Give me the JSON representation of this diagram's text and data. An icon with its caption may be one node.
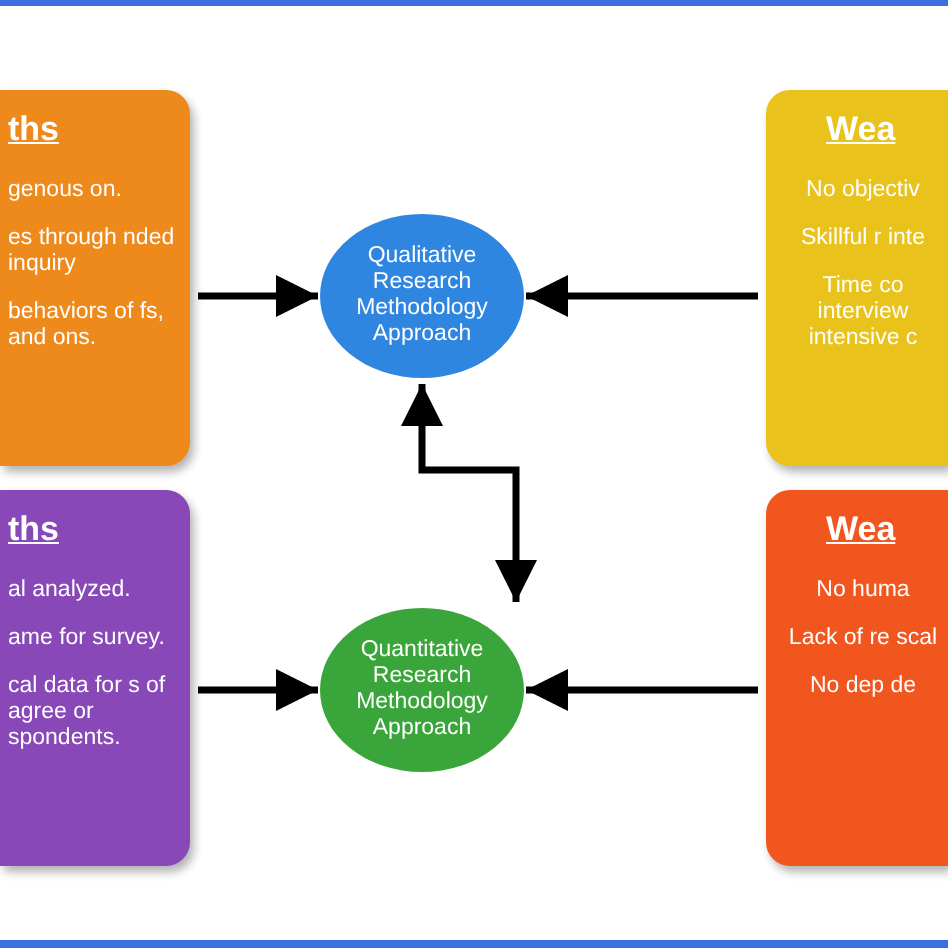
{
  "diagram": {
    "nodes": [
      {
        "text": [
          "ths",
          "genous on.",
          "es through nded inquiry",
          "behaviors of fs, and ons."
        ]
      },
      {
        "text": [
          "Qualitative Research Methodology Approach"
        ]
      },
      {
        "text": [
          "Wea",
          "No objectiv",
          "Skillful r inte",
          "Time co interview intensive c"
        ]
      },
      {
        "text": [
          "ths",
          "al analyzed.",
          "ame for survey.",
          "cal data for s of agree or spondents."
        ]
      },
      {
        "text": [
          "Quantitative Research Methodology Approach"
        ]
      },
      {
        "text": [
          "Wea",
          "No huma",
          "Lack of re scal",
          "No dep de"
        ]
      }
    ],
    "edges": [
      {
        "from": 0,
        "to": 1,
        "arrow": "to"
      },
      {
        "from": 2,
        "to": 1,
        "arrow": "to"
      },
      {
        "from": 1,
        "to": 4,
        "arrow": "both"
      },
      {
        "from": 3,
        "to": 4,
        "arrow": "to"
      },
      {
        "from": 5,
        "to": 4,
        "arrow": "to"
      }
    ]
  }
}
